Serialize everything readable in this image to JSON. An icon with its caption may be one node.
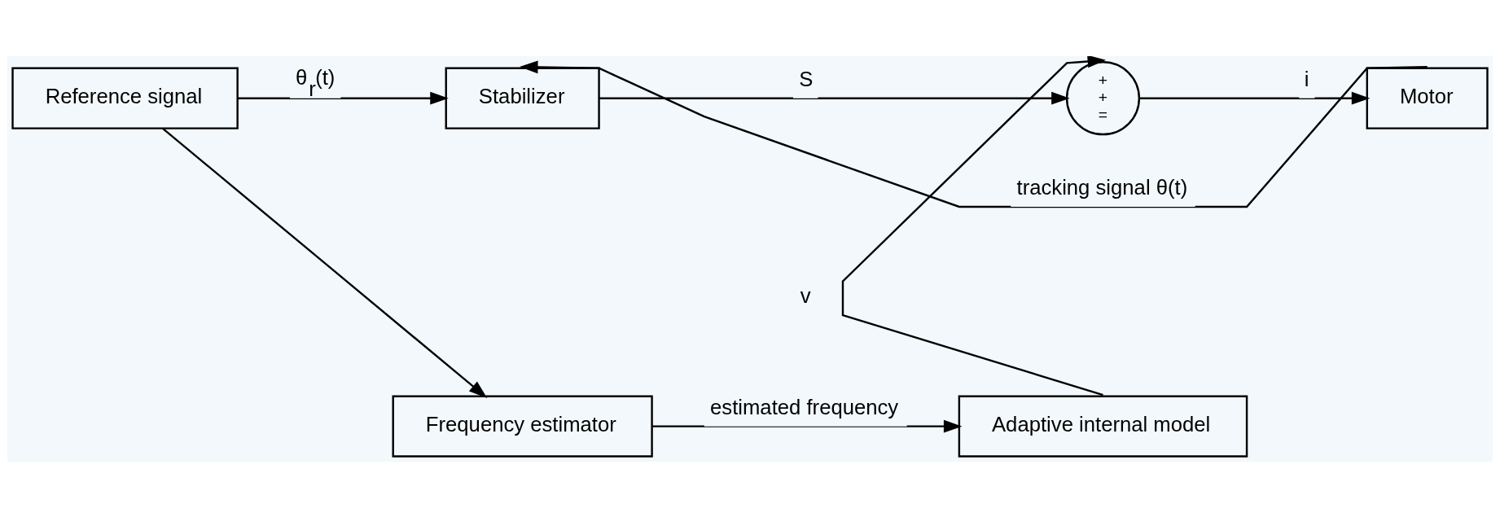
{
  "diagram": {
    "nodes": [
      {
        "text": [
          "Reference signal"
        ]
      },
      {
        "text": [
          "Stabilizer"
        ]
      },
      {
        "text": [
          "+",
          "+",
          "="
        ]
      },
      {
        "text": [
          "Motor"
        ]
      },
      {
        "text": [
          "Frequency estimator"
        ]
      },
      {
        "text": [
          "Adaptive internal model"
        ]
      }
    ],
    "edges": [
      {
        "from": 0,
        "to": 1,
        "arrow": "to",
        "label": "θ$_{r}$(t)"
      },
      {
        "from": 0,
        "to": 4,
        "arrow": "to"
      },
      {
        "from": 1,
        "to": 2,
        "arrow": "to",
        "label": "S"
      },
      {
        "from": 2,
        "to": 3,
        "arrow": "to",
        "label": "i"
      },
      {
        "from": 3,
        "to": 1,
        "arrow": "to",
        "label": "tracking signal θ(t)"
      },
      {
        "from": 4,
        "to": 5,
        "arrow": "to",
        "label": "estimated frequency"
      },
      {
        "from": 5,
        "to": 2,
        "arrow": "to",
        "label": "v"
      }
    ]
  }
}
